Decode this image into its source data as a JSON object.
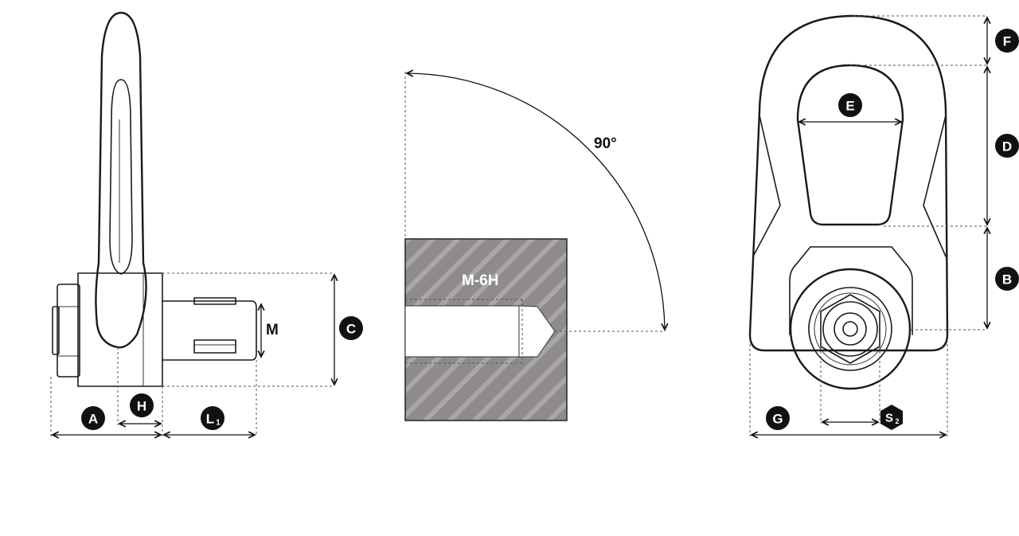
{
  "labels": {
    "A": "A",
    "B": "B",
    "C": "C",
    "D": "D",
    "E": "E",
    "F": "F",
    "G": "G",
    "H": "H",
    "L1": "L",
    "L1_sub": "1",
    "S2": "S",
    "S2_sub": "2",
    "M": "M",
    "thread": "M-6H",
    "angle": "90°"
  },
  "colors": {
    "line": "#1a1a1a",
    "badge": "#111111",
    "hatch_fill": "#8f8b8b",
    "hatch_stripe": "#a8a5a5"
  }
}
